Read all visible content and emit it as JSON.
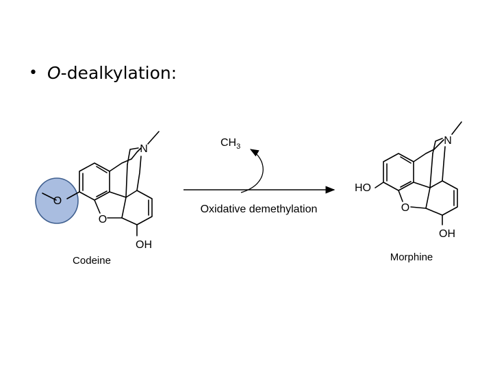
{
  "heading": {
    "bullet": "•",
    "prefix_italic": "O",
    "rest": "-dealkylation:"
  },
  "reactant": {
    "name": "Codeine",
    "atoms": {
      "methoxy_o": "O",
      "ring_o": "O",
      "nitrogen": "N",
      "hydroxyl": "OH"
    },
    "highlight_color": "#a9bde0",
    "highlight_stroke": "#3f5f8f"
  },
  "arrow": {
    "leaving_group_c": "CH",
    "leaving_group_sub": "3",
    "label": "Oxidative demethylation"
  },
  "product": {
    "name": "Morphine",
    "atoms": {
      "hydroxyl_left": "HO",
      "ring_o": "O",
      "nitrogen": "N",
      "hydroxyl": "OH"
    }
  }
}
